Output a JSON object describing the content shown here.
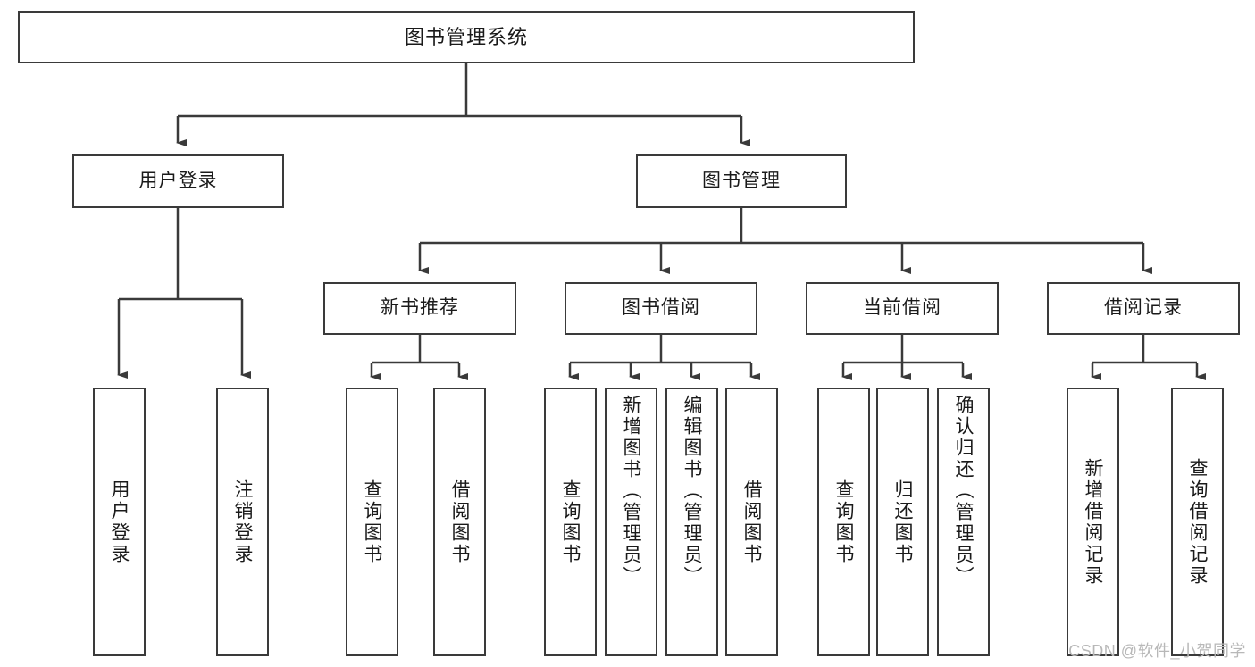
{
  "diagram": {
    "type": "hierarchy-tree",
    "title": "图书管理系统",
    "watermark": "CSDN @软件_小贺同学",
    "colors": {
      "stroke": "#3a3a3a",
      "background": "#ffffff",
      "text": "#1a1a1a",
      "watermark": "#b8b8b8"
    },
    "nodes": {
      "root": {
        "label": "图书管理系统"
      },
      "level2": [
        {
          "label": "用户登录"
        },
        {
          "label": "图书管理"
        }
      ],
      "level3": [
        {
          "label": "新书推荐"
        },
        {
          "label": "图书借阅"
        },
        {
          "label": "当前借阅"
        },
        {
          "label": "借阅记录"
        }
      ],
      "leaves_user_login": [
        {
          "label": "用户登录"
        },
        {
          "label": "注销登录"
        }
      ],
      "leaves_new_book": [
        {
          "label": "查询图书"
        },
        {
          "label": "借阅图书"
        }
      ],
      "leaves_borrow": [
        {
          "label": "查询图书"
        },
        {
          "label": "新增图书（管理员）"
        },
        {
          "label": "编辑图书（管理员）"
        },
        {
          "label": "借阅图书"
        }
      ],
      "leaves_current": [
        {
          "label": "查询图书"
        },
        {
          "label": "归还图书"
        },
        {
          "label": "确认归还（管理员）"
        }
      ],
      "leaves_records": [
        {
          "label": "新增借阅记录"
        },
        {
          "label": "查询借阅记录"
        }
      ]
    }
  }
}
